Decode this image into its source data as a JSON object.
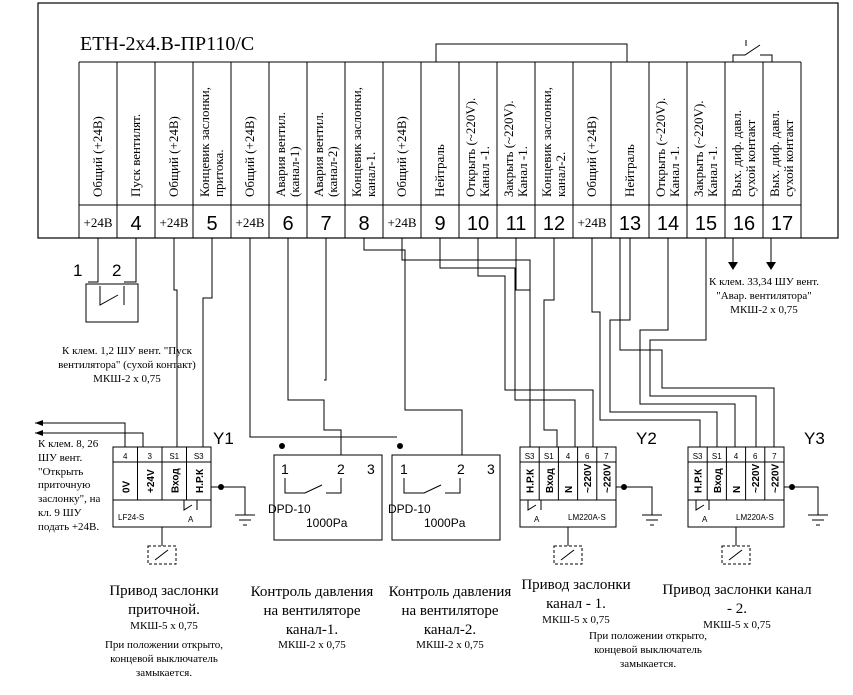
{
  "header": {
    "title": "ETH-2x4.B-ПР110/C"
  },
  "terminals": [
    {
      "label": "Общий (+24В)",
      "num": "+24В"
    },
    {
      "label": "Пуск вентилят.",
      "num": "4"
    },
    {
      "label": "Общий (+24В)",
      "num": "+24В"
    },
    {
      "label": "Концевик заслонки, притока.",
      "num": "5"
    },
    {
      "label": "Общий (+24В)",
      "num": "+24В"
    },
    {
      "label": "Авария вентил. (канал-1)",
      "num": "6"
    },
    {
      "label": "Авария вентил. (канал-2)",
      "num": "7"
    },
    {
      "label": "Концевик заслонки, канал-1.",
      "num": "8"
    },
    {
      "label": "Общий (+24В)",
      "num": "+24В"
    },
    {
      "label": "Нейтраль",
      "num": "9"
    },
    {
      "label": "Открыть (~220V). Канал -1.",
      "num": "10"
    },
    {
      "label": "Закрыть (~220V). Канал -1.",
      "num": "11"
    },
    {
      "label": "Концевик заслонки, канал-2.",
      "num": "12"
    },
    {
      "label": "Общий (+24В)",
      "num": "+24В"
    },
    {
      "label": "Нейтраль",
      "num": "13"
    },
    {
      "label": "Открыть (~220V). Канал -1.",
      "num": "14"
    },
    {
      "label": "Закрыть (~220V). Канал -1.",
      "num": "15"
    },
    {
      "label": "Вых. диф. давл. сухой контакт",
      "num": "16"
    },
    {
      "label": "Вых. диф. давл. сухой контакт",
      "num": "17"
    }
  ],
  "notes": {
    "start_contacts": [
      "1",
      "2"
    ],
    "start_note": "К клем. 1,2 ШУ вент. \"Пуск вентилятора\" (сухой контакт) МКШ-2 х 0,75",
    "alarm_note": "К клем. 33,34 ШУ вент. \"Авар. вентилятора\" МКШ-2 х 0,75",
    "y1_side_note": "К клем. 8, 26 ШУ вент. \"Открыть приточную заслонку\", на кл. 9 ШУ подать +24В."
  },
  "devices": {
    "y1": {
      "tag": "Y1",
      "model": "LF24-S",
      "pins": [
        "4",
        "3",
        "S1",
        "S3"
      ],
      "cells": [
        "0V",
        "+24V",
        "Вход",
        "Н.Р.К"
      ],
      "sub": "A"
    },
    "p1": {
      "tag": "DPD-10",
      "range": "1000Pa",
      "pins": [
        "1",
        "2",
        "3"
      ]
    },
    "p2": {
      "tag": "DPD-10",
      "range": "1000Pa",
      "pins": [
        "1",
        "2",
        "3"
      ]
    },
    "y2": {
      "tag": "Y2",
      "model": "LM220A-S",
      "pins": [
        "S3",
        "S1",
        "4",
        "6",
        "7"
      ],
      "cells": [
        "Н.Р.К",
        "Вход",
        "N",
        "~220V",
        "~220V"
      ],
      "sub": "A"
    },
    "y3": {
      "tag": "Y3",
      "model": "LM220A-S",
      "pins": [
        "S3",
        "S1",
        "4",
        "6",
        "7"
      ],
      "cells": [
        "Н.Р.К",
        "Вход",
        "N",
        "~220V",
        "~220V"
      ],
      "sub": "A"
    }
  },
  "captions": {
    "c1": {
      "title": "Привод заслонки приточной.",
      "cable": "МКШ-5 х 0,75",
      "note": "При положении открыто, концевой выключатель замыкается."
    },
    "c2": {
      "title": "Контроль давления на вентиляторе канал-1.",
      "cable": "МКШ-2 х 0,75"
    },
    "c3": {
      "title": "Контроль давления на вентиляторе канал-2.",
      "cable": "МКШ-2 х 0,75"
    },
    "c4": {
      "title": "Привод заслонки канал - 1.",
      "cable": "МКШ-5 х 0,75",
      "note": "При положении открыто, концевой выключатель замыкается."
    },
    "c5": {
      "title": "Привод заслонки канал - 2.",
      "cable": "МКШ-5 х 0,75"
    }
  }
}
